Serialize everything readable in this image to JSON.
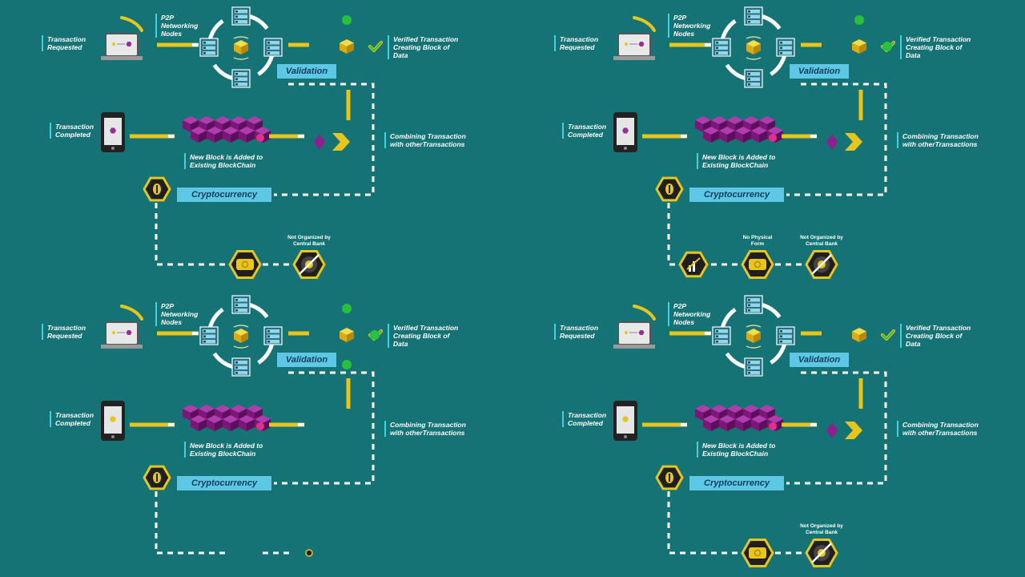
{
  "colors": {
    "background": "#167375",
    "accent_yellow": "#e8c51c",
    "block_purple": "#8e1f8c",
    "label_bar": "#3fd3e2",
    "tag_fill": "#5fc7e6",
    "node_fill": "#2c6f84",
    "check_green": "#28c13e"
  },
  "icons": [
    "laptop-icon",
    "phone-icon",
    "server-node-icon",
    "cube-icon",
    "coin-hexagon-icon",
    "gold-bar-icon",
    "bank-building-icon",
    "check-icon",
    "green-dot-icon"
  ],
  "panels": [
    {
      "id": "tl",
      "labels": {
        "tx_requested": "Transaction\nRequested",
        "p2p": "P2P\nNetworking\nNodes",
        "verified": "Verified Transaction\nCreating Block of\nData",
        "validation": "Validation",
        "tx_completed": "Transaction\nCompleted",
        "combining": "Combining Transaction\nwith otherTransactions",
        "new_block": "New Block is Added to\nExisting BlockChain",
        "crypto": "Cryptocurrency",
        "not_org": "Not Organized by\nCentral Bank",
        "no_physical": ""
      }
    },
    {
      "id": "tr",
      "labels": {
        "tx_requested": "Transaction\nRequested",
        "p2p": "P2P\nNetworking\nNodes",
        "verified": "Verified Transaction\nCreating Block of\nData",
        "validation": "Validation",
        "tx_completed": "Transaction\nCompleted",
        "combining": "Combining Transaction\nwith otherTransactions",
        "new_block": "New Block is Added to\nExisting BlockChain",
        "crypto": "Cryptocurrency",
        "not_org": "Not Organized by\nCentral Bank",
        "no_physical": "No Physical\nForm"
      }
    },
    {
      "id": "bl",
      "labels": {
        "tx_requested": "Transaction\nRequested",
        "p2p": "P2P\nNetworking\nNodes",
        "verified": "Verified Transaction\nCreating Block of\nData",
        "validation": "Validation",
        "tx_completed": "Transaction\nCompleted",
        "combining": "Combining Transaction\nwith otherTransactions",
        "new_block": "New Block is Added to\nExisting BlockChain",
        "crypto": "Cryptocurrency",
        "not_org": "",
        "no_physical": ""
      }
    },
    {
      "id": "br",
      "labels": {
        "tx_requested": "Transaction\nRequested",
        "p2p": "P2P\nNetworking\nNodes",
        "verified": "Verified Transaction\nCreating Block of\nData",
        "validation": "Validation",
        "tx_completed": "Transaction\nCompleted",
        "combining": "Combining Transaction\nwith otherTransactions",
        "new_block": "New Block is Added to\nExisting BlockChain",
        "crypto": "Cryptocurrency",
        "not_org": "Not Organized by\nCentral Bank",
        "no_physical": ""
      }
    }
  ]
}
